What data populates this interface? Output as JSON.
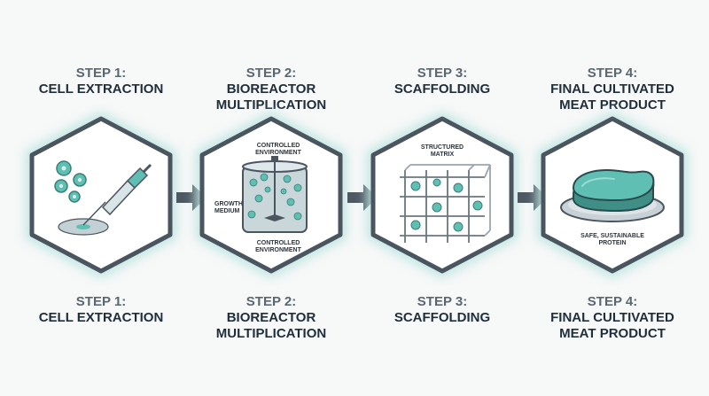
{
  "steps": [
    {
      "label": "STEP 1:",
      "name_line1": "CELL EXTRACTION",
      "name_line2": ""
    },
    {
      "label": "STEP 2:",
      "name_line1": "BIOREACTOR",
      "name_line2": "MULTIPLICATION"
    },
    {
      "label": "STEP 3:",
      "name_line1": "SCAFFOLDING",
      "name_line2": ""
    },
    {
      "label": "STEP 4:",
      "name_line1": "FINAL CULTIVATED",
      "name_line2": "MEAT PRODUCT"
    }
  ],
  "annotations": {
    "controlled_env_top_1": "CONTROLLED",
    "controlled_env_top_2": "ENVIRONMENT",
    "growth_medium_1": "GROWTH",
    "growth_medium_2": "MEDIUM",
    "controlled_env_bottom_1": "CONTROLLED",
    "controlled_env_bottom_2": "ENVIRONMENT",
    "structured_matrix_1": "STRUCTURED",
    "structured_matrix_2": "MATRIX",
    "product_note_1": "SAFE, SUSTAINABLE",
    "product_note_2": "PROTEIN"
  },
  "colors": {
    "hex_stroke": "#4a5560",
    "hex_glow": "#bfe6e2",
    "teal": "#5fbfb3",
    "arrow": "#4d5862",
    "title_label": "#5a6670",
    "title_name": "#1f2e3a"
  },
  "icons": [
    "cell-extraction-icon",
    "bioreactor-icon",
    "scaffold-matrix-icon",
    "meat-steak-icon"
  ]
}
